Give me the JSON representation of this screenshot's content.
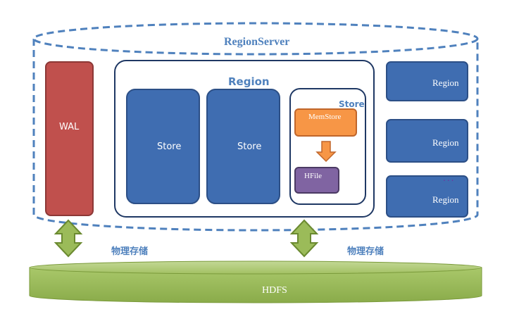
{
  "server": {
    "title": "RegionServer"
  },
  "wal": {
    "label": "WAL"
  },
  "region": {
    "title": "Region",
    "stores": [
      "Store",
      "Store"
    ],
    "store_detail": {
      "title": "Store",
      "memstore": "MemStore",
      "hfile": "HFile"
    }
  },
  "side_regions": [
    "Region",
    "Region",
    "Region"
  ],
  "ellipsis": "...",
  "links": [
    "物理存储",
    "物理存储"
  ],
  "hdfs": {
    "label": "HDFS"
  },
  "colors": {
    "accent_blue": "#4f81bd",
    "store_blue": "#3f6db1",
    "wal_red": "#c0504d",
    "memstore_orange": "#f79646",
    "hfile_purple": "#8064a2",
    "hdfs_green": "#9bbb59",
    "arrow_green": "#77933c"
  }
}
